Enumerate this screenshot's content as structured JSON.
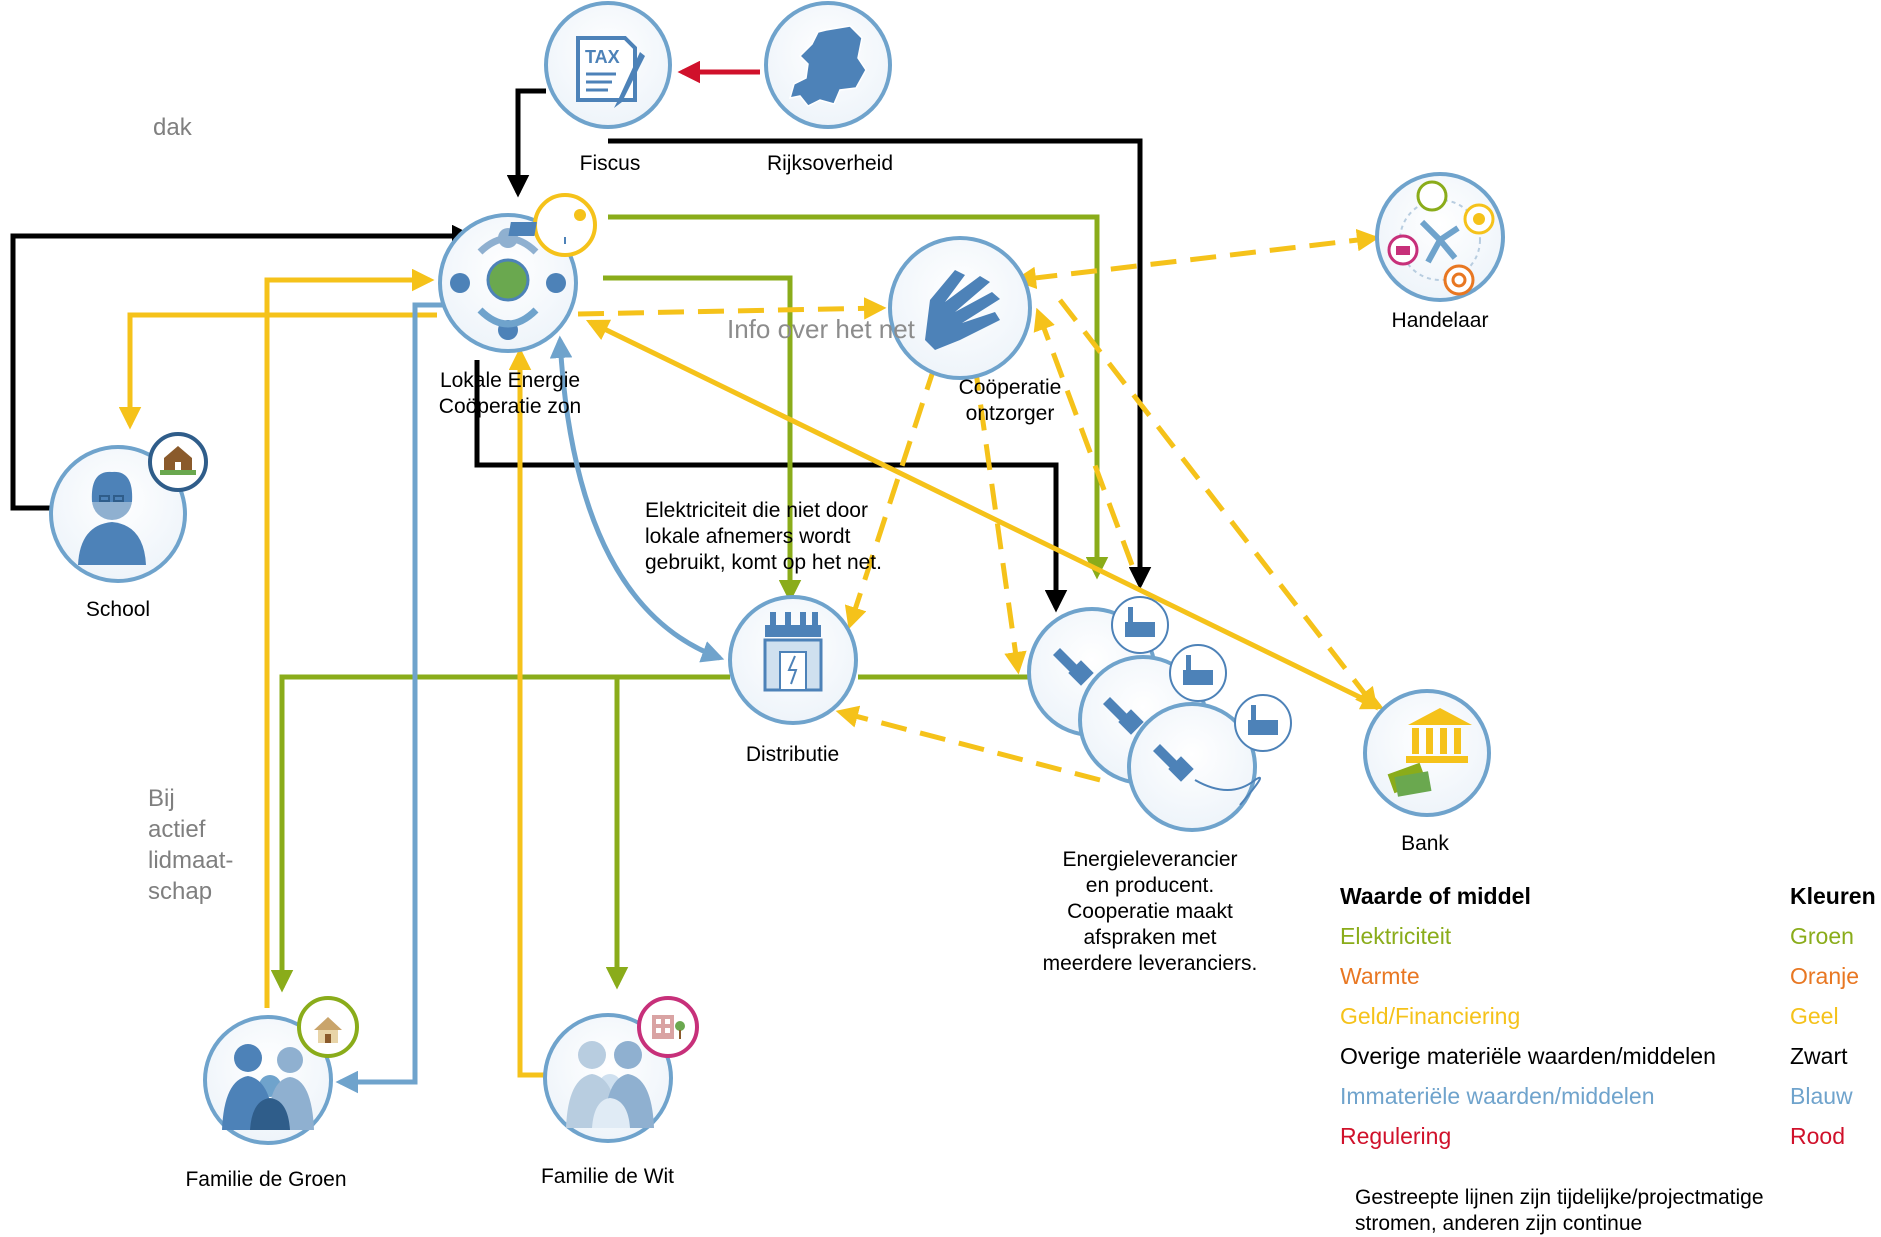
{
  "nodes": {
    "fiscus": "Fiscus",
    "rijksoverheid": "Rijksoverheid",
    "handelaar": "Handelaar",
    "lokale_energie": [
      "Lokale Energie",
      "Coöperatie zon"
    ],
    "cooperatie": [
      "Coöperatie",
      "ontzorger"
    ],
    "school": "School",
    "distributie": "Distributie",
    "bank": "Bank",
    "energieleverancier": [
      "Energieleverancier",
      "en producent.",
      "Cooperatie maakt",
      "afspraken met",
      "meerdere leveranciers."
    ],
    "familie_groen": "Familie de Groen",
    "familie_wit": "Familie de  Wit"
  },
  "icons": {
    "fiscus": "tax-document-icon",
    "rijksoverheid": "netherlands-map-icon",
    "handelaar": "energy-trade-icon",
    "lokale_energie": "community-globe-icon",
    "lokale_energie_badge": "solar-panel-icon",
    "cooperatie": "hand-icon",
    "school": "teacher-icon",
    "school_badge": "school-building-icon",
    "distributie": "transformer-station-icon",
    "bank": "bank-money-icon",
    "energieleverancier": "power-plug-factory-icon",
    "familie_groen": "family-icon",
    "familie_groen_badge": "house-icon",
    "familie_wit": "elderly-family-icon",
    "familie_wit_badge": "apartment-icon"
  },
  "notes": {
    "dak": "dak",
    "info_net": "Info over het net",
    "bij_actief": [
      "Bij",
      "actief",
      "lidmaat-",
      "schap"
    ],
    "elektriciteit_net": [
      "Elektriciteit die niet door",
      "lokale afnemers wordt",
      "gebruikt, komt op het net."
    ]
  },
  "legend": {
    "header_value": "Waarde of middel",
    "header_color": "Kleuren",
    "rows": [
      {
        "value": "Elektriciteit",
        "color": "Groen",
        "hex": "#8aac1a"
      },
      {
        "value": "Warmte",
        "color": "Oranje",
        "hex": "#e87722"
      },
      {
        "value": "Geld/Financiering",
        "color": "Geel",
        "hex": "#f5c21a"
      },
      {
        "value": "Overige materiële  waarden/middelen",
        "color": "Zwart",
        "hex": "#000000"
      },
      {
        "value": "Immateriële  waarden/middelen",
        "color": "Blauw",
        "hex": "#6fa3cc"
      },
      {
        "value": "Regulering",
        "color": "Rood",
        "hex": "#d0112b"
      }
    ]
  },
  "footnote": [
    "Gestreepte lijnen zijn tijdelijke/projectmatige",
    "stromen, anderen zijn continue"
  ],
  "colors": {
    "green": "#8aac1a",
    "yellow": "#f5c21a",
    "black": "#000000",
    "blue": "#6fa3cc",
    "red": "#d0112b",
    "node_ring": "#6fa3cc",
    "icon_blue": "#4d82b8"
  }
}
